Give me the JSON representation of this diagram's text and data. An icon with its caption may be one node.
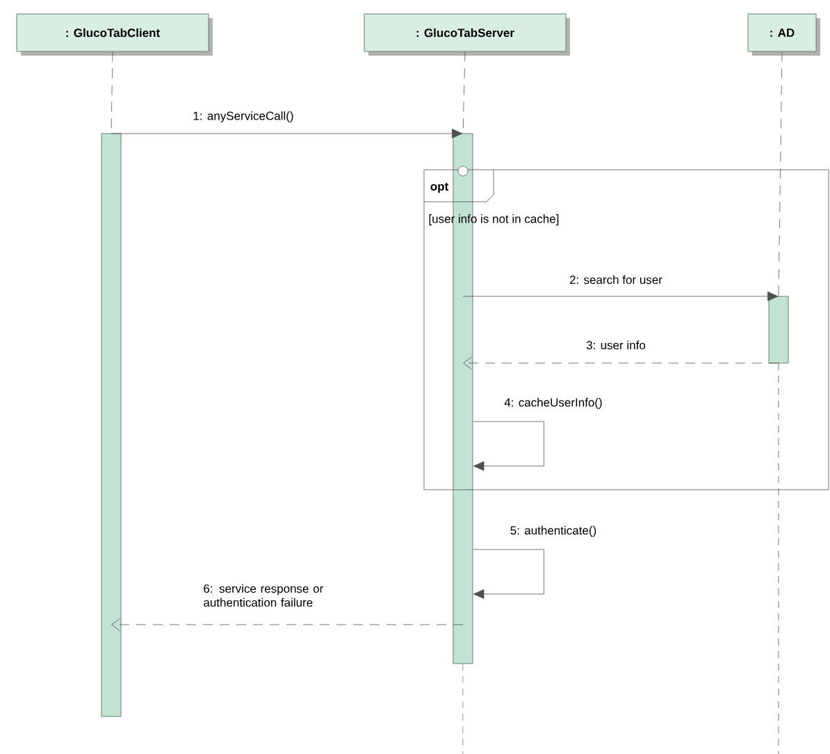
{
  "diagram": {
    "nodes": [
      {
        "text": [
          ": GlucoTabClient"
        ]
      },
      {
        "text": [
          ": GlucoTabServer"
        ]
      },
      {
        "text": [
          ": AD"
        ]
      },
      {
        "text": [],
        "shape": "bar"
      },
      {
        "text": [],
        "shape": "bar"
      },
      {
        "text": [
          "opt",
          "[user info is not in cache]"
        ]
      },
      {
        "text": [],
        "shape": "bar",
        "in": 5
      }
    ],
    "edges": [
      {
        "from": 0,
        "to": 3,
        "arrow": "none",
        "style": "dashed"
      },
      {
        "from": 1,
        "to": 4,
        "arrow": "none",
        "style": "dashed"
      },
      {
        "from": 2,
        "to": 6,
        "arrow": "none",
        "style": "dashed"
      },
      {
        "from": 3,
        "to": 4,
        "arrow": "to",
        "label": "1: anyServiceCall()"
      },
      {
        "from": 4,
        "to": 6,
        "arrow": "to",
        "label": "2: search for user"
      },
      {
        "from": 6,
        "to": 4,
        "arrow": "to",
        "style": "dashed",
        "label": "3: user info"
      },
      {
        "from": 4,
        "to": 4,
        "arrow": "to",
        "label": "4: cacheUserInfo()"
      },
      {
        "from": 4,
        "to": 4,
        "arrow": "to",
        "label": "5: authenticate()"
      },
      {
        "from": 4,
        "to": 3,
        "arrow": "to",
        "style": "dashed",
        "label": "6: service response or authentication failure"
      }
    ]
  }
}
